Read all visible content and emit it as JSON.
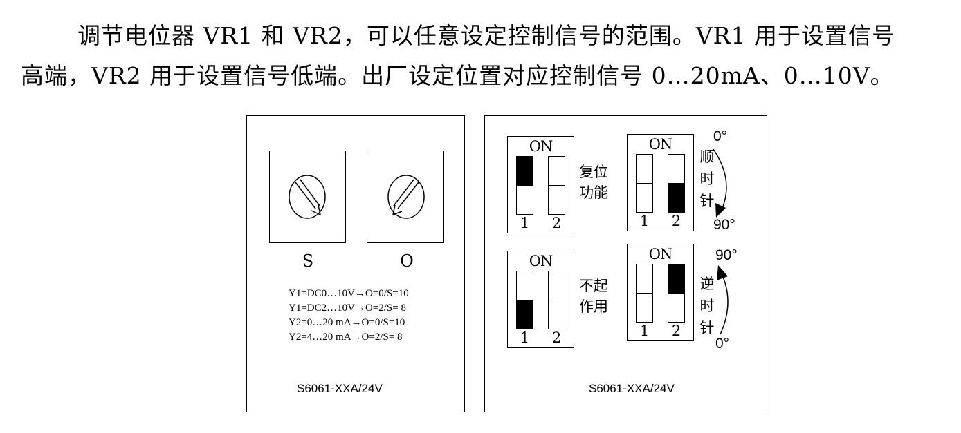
{
  "paragraph": {
    "line1": "调节电位器 VR1 和 VR2，可以任意设定控制信号的范围。VR1 用于设置信号",
    "line2": "高端，VR2 用于设置信号低端。出厂设定位置对应控制信号 0…20mA、0…10V。"
  },
  "left_panel": {
    "knob_labels": [
      "S",
      "O"
    ],
    "specs": [
      "Y1=DC0…10V→O=0/S=10",
      "Y1=DC2…10V→O=2/S= 8",
      "Y2=0…20 mA→O=0/S=10",
      "Y2=4…20 mA→O=2/S= 8"
    ],
    "model": "S6061-XXA/24V"
  },
  "right_panel": {
    "on_label": "ON",
    "switch_numbers": [
      "1",
      "2"
    ],
    "reset_function": [
      "复位",
      "功能"
    ],
    "no_function": [
      "不起",
      "作用"
    ],
    "clockwise": [
      "顺",
      "时",
      "针"
    ],
    "counterclockwise": [
      "逆",
      "时",
      "针"
    ],
    "deg_0": "0°",
    "deg_90": "90°",
    "model": "S6061-XXA/24V",
    "dip_states": {
      "reset_function": [
        "up",
        "off"
      ],
      "no_function": [
        "down",
        "off"
      ],
      "clockwise": [
        "off",
        "down"
      ],
      "counterclockwise": [
        "off",
        "up"
      ]
    }
  },
  "colors": {
    "line": "#000000",
    "background": "#ffffff"
  }
}
